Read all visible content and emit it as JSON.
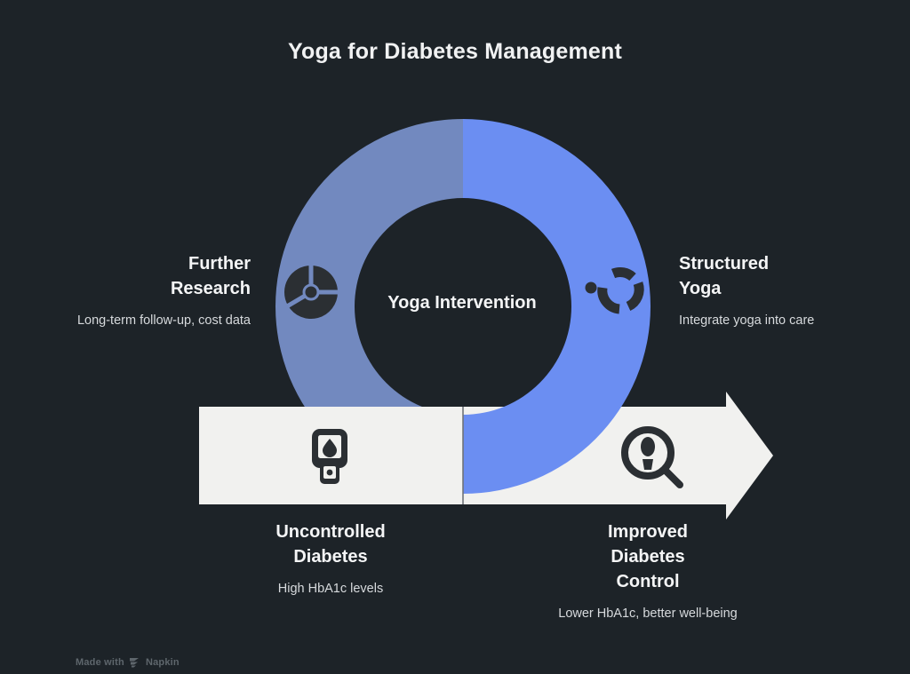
{
  "title": "Yoga for Diabetes Management",
  "background_color": "#1d2328",
  "colors": {
    "ring_left": "#7289bf",
    "ring_right": "#6b8ef2",
    "arrow_bar": "#f1f1ef",
    "text_primary": "#f4f5f6",
    "text_secondary": "#d7dadd",
    "icon_dark": "#2b2f33"
  },
  "center": {
    "label": "Yoga Intervention"
  },
  "nodes": [
    {
      "id": "further-research",
      "title": "Further Research",
      "title_line1": "Further",
      "title_line2": "Research",
      "description": "Long-term follow-up, cost data",
      "icon": "pie-chart-icon",
      "align": "right"
    },
    {
      "id": "structured-yoga",
      "title": "Structured Yoga",
      "title_line1": "Structured",
      "title_line2": "Yoga",
      "description": "Integrate yoga into care",
      "icon": "segmented-circle-icon",
      "align": "left"
    },
    {
      "id": "uncontrolled-diabetes",
      "title": "Uncontrolled Diabetes",
      "title_line1": "Uncontrolled",
      "title_line2": "Diabetes",
      "description": "High HbA1c levels",
      "icon": "glucose-meter-icon",
      "align": "center"
    },
    {
      "id": "improved-diabetes-control",
      "title": "Improved Diabetes Control",
      "title_line1": "Improved",
      "title_line2": "Diabetes",
      "title_line3": "Control",
      "description": "Lower HbA1c, better well-being",
      "icon": "magnifier-person-icon",
      "align": "center"
    }
  ],
  "footer": {
    "made_with": "Made with",
    "brand": "Napkin",
    "logo": "napkin-logo-icon"
  }
}
